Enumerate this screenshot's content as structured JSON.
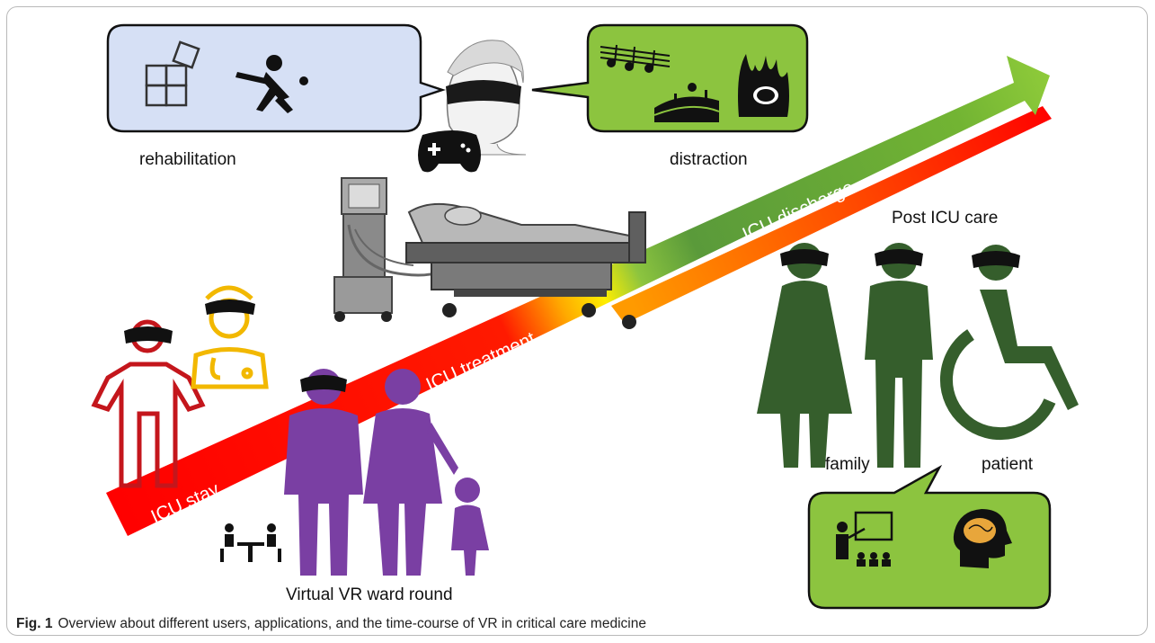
{
  "labels": {
    "rehabilitation": "rehabilitation",
    "distraction": "distraction",
    "post_icu_care": "Post ICU care",
    "family": "family",
    "patient": "patient",
    "ward_round": "Virtual VR ward round"
  },
  "arrow": {
    "stage1": "ICU stay",
    "stage2": "ICU treatment",
    "stage3": "ICU discharge"
  },
  "caption": {
    "fig": "Fig. 1",
    "text": "Overview about different users, applications, and the time-course of VR in critical care medicine"
  },
  "colors": {
    "rehab_box": "#d6e0f5",
    "distraction_box": "#8cc43f",
    "post_box": "#8cc43f",
    "family_green": "#355e2c",
    "purple": "#7a3fa3",
    "staff_red": "#c4161c",
    "staff_yellow": "#f2b800"
  },
  "icons": [
    "puzzle-icon",
    "cricket-player-icon",
    "vr-headset-user-icon",
    "gamepad-icon",
    "music-notes-icon",
    "landscape-icon",
    "coral-fish-icon",
    "ventilator-icon",
    "hospital-bed-icon",
    "teacher-icon",
    "brain-head-icon",
    "meeting-table-icon",
    "wheelchair-icon"
  ]
}
